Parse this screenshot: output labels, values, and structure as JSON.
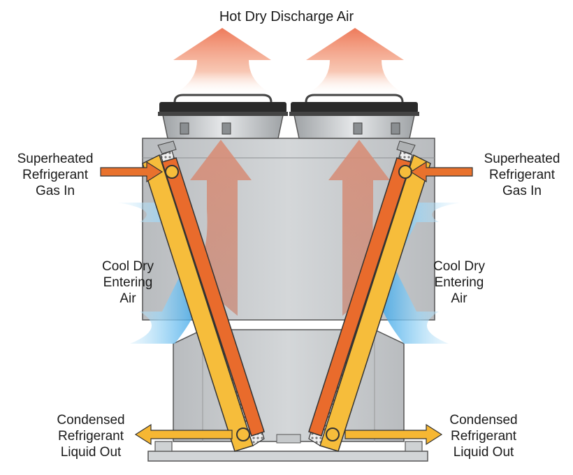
{
  "title": "Hot Dry Discharge Air",
  "labels": {
    "gas_in": [
      "Superheated",
      "Refrigerant",
      "Gas In"
    ],
    "cool_air": [
      "Cool Dry",
      "Entering",
      "Air"
    ],
    "liquid_out": [
      "Condensed",
      "Refrigerant",
      "Liquid Out"
    ]
  },
  "colors": {
    "hot_air": "#ee7a5a",
    "cool_air": "#4fb3ec",
    "gas_arrow": "#e9722d",
    "liquid_arrow": "#f6b733",
    "coil_orange": "#e96b2c",
    "coil_yellow": "#f6bd3b",
    "housing": "#c9ccce"
  }
}
